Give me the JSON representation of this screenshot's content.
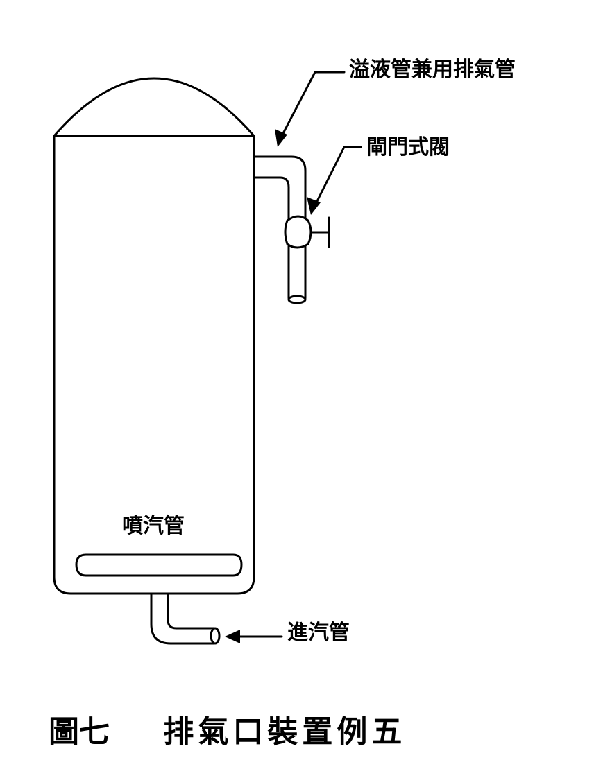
{
  "labels": {
    "overflow_vent_pipe": "溢液管兼用排氣管",
    "gate_valve": "閘門式閥",
    "sparge_pipe": "噴汽管",
    "steam_inlet_pipe": "進汽管"
  },
  "figure": {
    "number": "圖七",
    "caption": "排氣口裝置例五"
  },
  "colors": {
    "line": "#000000",
    "background": "#ffffff"
  }
}
